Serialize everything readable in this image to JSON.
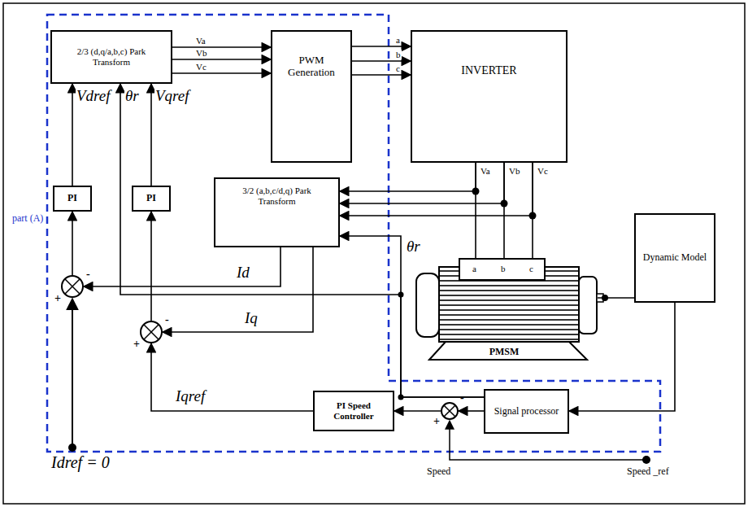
{
  "diagram": {
    "nodes": [
      {
        "text": [
          "2/3 (d,q/a,b,c) Park Transform"
        ]
      },
      {
        "text": [
          "PWM Generation"
        ]
      },
      {
        "text": [
          "INVERTER"
        ]
      },
      {
        "text": [
          "PI"
        ]
      },
      {
        "text": [
          "PI"
        ]
      },
      {
        "text": [
          "3/2 (a,b,c/d,q) Park Transform"
        ]
      },
      {
        "text": [
          "-",
          "+"
        ]
      },
      {
        "text": [
          "PMSM"
        ]
      },
      {
        "text": [
          "Dynamic Model"
        ]
      },
      {
        "text": [
          "-",
          "+"
        ]
      },
      {
        "text": [
          "Signal processor"
        ]
      },
      {
        "text": [
          "PI Speed Controller"
        ]
      },
      {
        "text": [
          "-",
          "+"
        ]
      }
    ],
    "edges": [
      {
        "from": 0,
        "to": 1,
        "arrow": "to",
        "label": "Va"
      },
      {
        "from": 0,
        "to": 1,
        "arrow": "to",
        "label": "Vb"
      },
      {
        "from": 0,
        "to": 1,
        "arrow": "to",
        "label": "Vc"
      },
      {
        "from": 1,
        "to": 2,
        "arrow": "to",
        "label": "a"
      },
      {
        "from": 1,
        "to": 2,
        "arrow": "to",
        "label": "b"
      },
      {
        "from": 1,
        "to": 2,
        "arrow": "to",
        "label": "c"
      },
      {
        "from": 2,
        "to": 7,
        "arrow": "none",
        "label": "Va"
      },
      {
        "from": 2,
        "to": 7,
        "arrow": "none",
        "label": "Vb"
      },
      {
        "from": 2,
        "to": 7,
        "arrow": "none",
        "label": "Vc"
      },
      {
        "from": 2,
        "to": 5,
        "arrow": "to"
      },
      {
        "from": 2,
        "to": 5,
        "arrow": "to"
      },
      {
        "from": 2,
        "to": 5,
        "arrow": "to"
      },
      {
        "from": 3,
        "to": 0,
        "arrow": "to",
        "label": "Vdref"
      },
      {
        "from": 4,
        "to": 0,
        "arrow": "to",
        "label": "Vqref"
      },
      {
        "from": 5,
        "to": 6,
        "arrow": "to",
        "label": "Id"
      },
      {
        "from": 5,
        "to": 9,
        "arrow": "to",
        "label": "Iq"
      },
      {
        "from": 6,
        "to": 3,
        "arrow": "to"
      },
      {
        "from": 9,
        "to": 4,
        "arrow": "to"
      },
      {
        "from": 10,
        "to": 5,
        "arrow": "to",
        "label": "θr"
      },
      {
        "from": 10,
        "to": 0,
        "arrow": "to",
        "label": "θr"
      },
      {
        "from": 11,
        "to": 9,
        "arrow": "to",
        "label": "Iqref"
      },
      {
        "from": 12,
        "to": 11,
        "arrow": "to"
      },
      {
        "from": 10,
        "to": 12,
        "arrow": "to"
      },
      {
        "from": 7,
        "to": 8,
        "arrow": "none"
      },
      {
        "from": 8,
        "to": 10,
        "arrow": "to"
      }
    ],
    "labels": [
      "part (A)",
      "a",
      "b",
      "c",
      "Idref = 0",
      "Speed",
      "Speed _ref"
    ]
  }
}
